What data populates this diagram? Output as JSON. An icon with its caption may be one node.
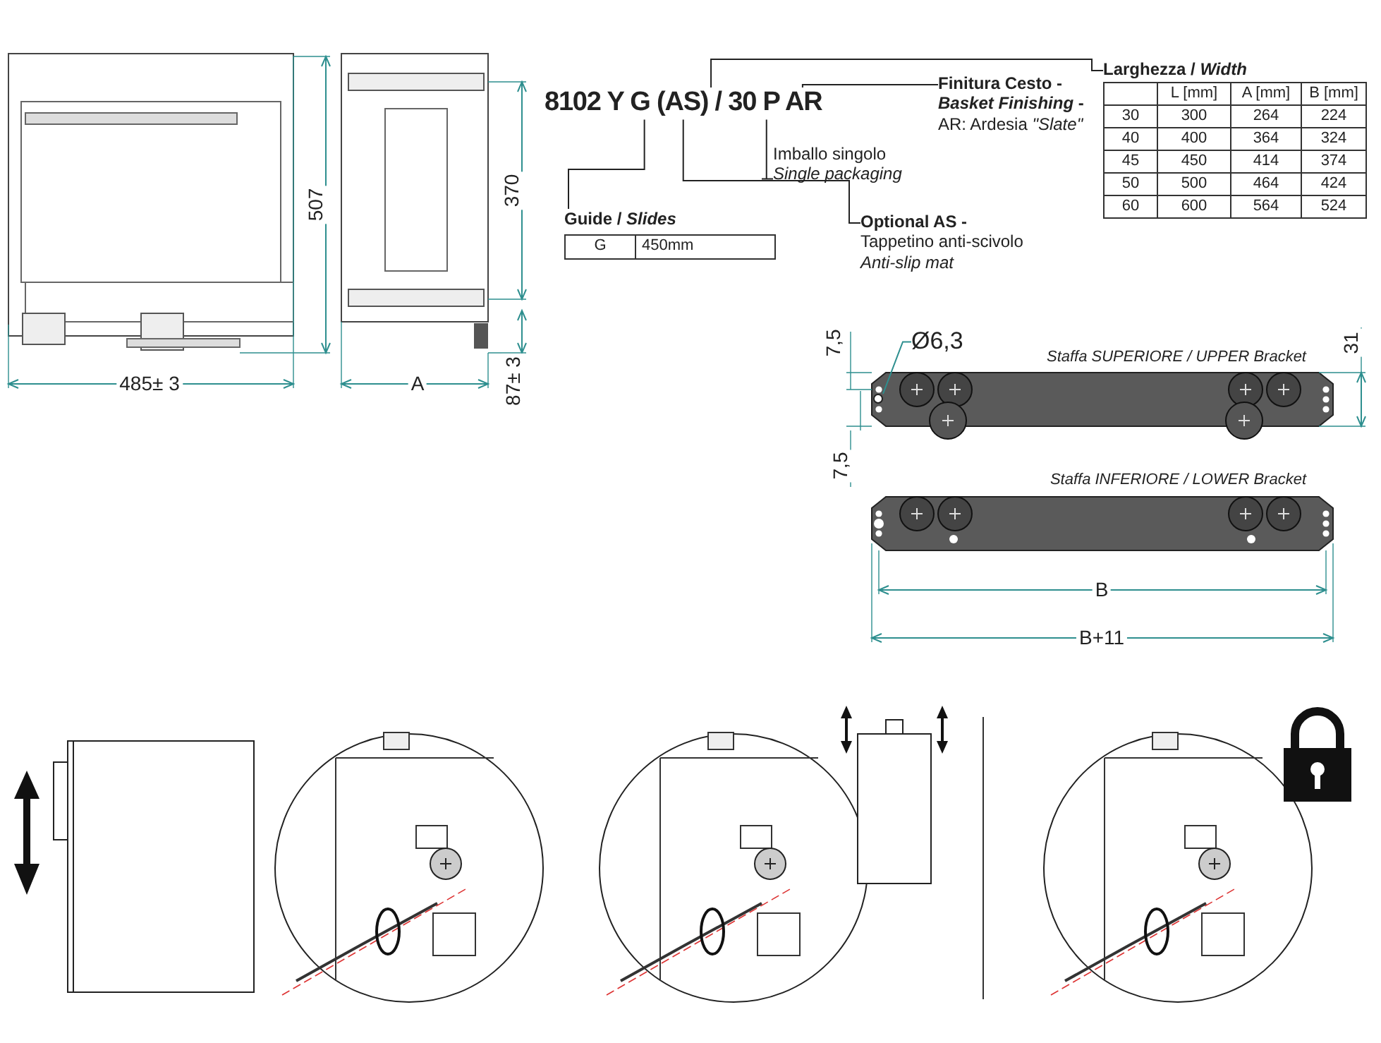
{
  "diagram": {
    "nodes": [
      {
        "text": [
          "8102 Y G (AS) / 30 P AR"
        ]
      },
      {
        "text": [
          "Finitura Cesto - *Basket Finishing* -",
          "AR: Ardesia *\"Slate\"*"
        ]
      },
      {
        "text": [
          "Imballo singolo *Single packaging*"
        ]
      },
      {
        "text": [
          "Guide / *Slides*"
        ]
      },
      {
        "text": [
          "Optional AS -",
          "Tappetino anti-scivolo *Anti-slip mat*"
        ]
      },
      {
        "text": [
          "Larghezza / *Width*"
        ]
      },
      {
        "text": [
          "Ø6,3"
        ]
      },
      {
        "text": [],
        "shape": "circle"
      }
    ],
    "edges": [
      {
        "from": 0,
        "to": 5,
        "arrow": "none"
      },
      {
        "from": 0,
        "to": 1,
        "arrow": "none"
      },
      {
        "from": 0,
        "to": 2,
        "arrow": "none"
      },
      {
        "from": 0,
        "to": 3,
        "arrow": "none"
      },
      {
        "from": 0,
        "to": 4,
        "arrow": "none"
      },
      {
        "from": 6,
        "to": 7,
        "arrow": "none",
        "color": "#2e8f8f"
      }
    ],
    "labels": [
      "507",
      "370",
      "485± 3",
      "A",
      "87± 3",
      "L [mm]",
      "A [mm]",
      "B [mm]",
      "30",
      "300",
      "264",
      "224",
      "40",
      "400",
      "364",
      "324",
      "45",
      "450",
      "414",
      "374",
      "50",
      "500",
      "464",
      "424",
      "60",
      "600",
      "564",
      "524",
      "G",
      "450mm",
      "7,5",
      "31",
      "Staffa SUPERIORE / UPPER Bracket",
      "7,5",
      "Staffa INFERIORE / LOWER Bracket",
      "B",
      "B+11"
    ]
  }
}
